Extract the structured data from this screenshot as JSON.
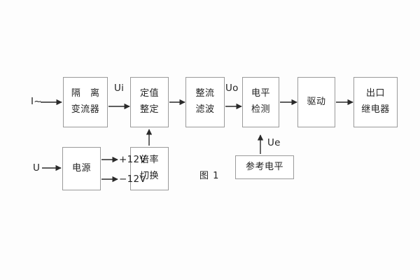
{
  "diagram": {
    "caption": "图 1",
    "blocks": [
      {
        "id": "isolation-ct",
        "line1": "隔 离",
        "line2": "变流器"
      },
      {
        "id": "setting-value",
        "line1": "定值",
        "line2": "整定"
      },
      {
        "id": "rectify-filter",
        "line1": "整流",
        "line2": "滤波"
      },
      {
        "id": "level-detect",
        "line1": "电平",
        "line2": "检测"
      },
      {
        "id": "drive",
        "line1": "驱动",
        "line2": ""
      },
      {
        "id": "output-relay",
        "line1": "出口",
        "line2": "继电器"
      },
      {
        "id": "power-supply",
        "line1": "电源",
        "line2": ""
      },
      {
        "id": "ratio-switch",
        "line1": "倍率",
        "line2": "切换"
      },
      {
        "id": "reference-level",
        "line1": "参考电平",
        "line2": ""
      }
    ],
    "signals": {
      "input_current": "I~",
      "input_voltage": "U",
      "ui": "Ui",
      "uo": "Uo",
      "ue": "Ue",
      "supply_positive": "+12V",
      "supply_negative": "−12V"
    },
    "colors": {
      "box_border": "#9a9a9a",
      "wire": "#2a2a2a",
      "text": "#232323",
      "background": "#fdfdfd"
    }
  }
}
